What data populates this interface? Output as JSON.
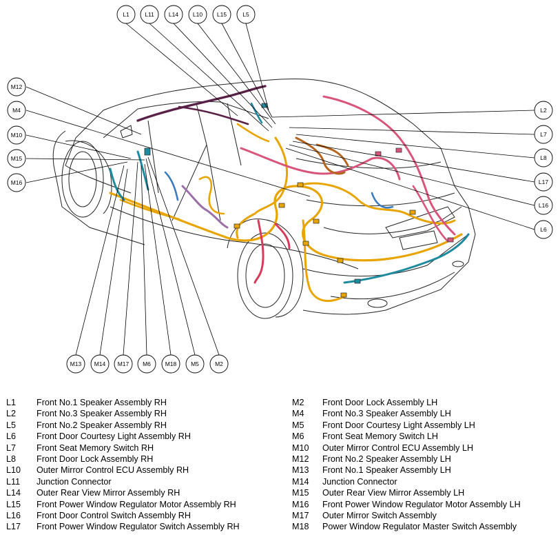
{
  "callouts": {
    "top": [
      "L1",
      "L11",
      "L14",
      "L10",
      "L15",
      "L5"
    ],
    "left": [
      "M12",
      "M4",
      "M10",
      "M15",
      "M16"
    ],
    "right": [
      "L2",
      "L7",
      "L8",
      "L17",
      "L16",
      "L6"
    ],
    "bottom": [
      "M13",
      "M14",
      "M17",
      "M6",
      "M18",
      "M5",
      "M2"
    ]
  },
  "legend_left": [
    {
      "code": "L1",
      "label": "Front No.1 Speaker Assembly RH"
    },
    {
      "code": "L2",
      "label": "Front No.3 Speaker Assembly RH"
    },
    {
      "code": "L5",
      "label": "Front No.2 Speaker Assembly RH"
    },
    {
      "code": "L6",
      "label": "Front Door Courtesy Light Assembly RH"
    },
    {
      "code": "L7",
      "label": "Front Seat Memory Switch RH"
    },
    {
      "code": "L8",
      "label": "Front Door Lock Assembly RH"
    },
    {
      "code": "L10",
      "label": "Outer Mirror Control ECU Assembly RH"
    },
    {
      "code": "L11",
      "label": "Junction Connector"
    },
    {
      "code": "L14",
      "label": "Outer Rear View Mirror Assembly RH"
    },
    {
      "code": "L15",
      "label": "Front Power Window Regulator Motor Assembly RH"
    },
    {
      "code": "L16",
      "label": "Front Door Control Switch Assembly RH"
    },
    {
      "code": "L17",
      "label": "Front Power Window Regulator Switch Assembly RH"
    }
  ],
  "legend_right": [
    {
      "code": "M2",
      "label": "Front Door Lock Assembly LH"
    },
    {
      "code": "M4",
      "label": "Front No.3 Speaker Assembly LH"
    },
    {
      "code": "M5",
      "label": "Front Door Courtesy Light Assembly LH"
    },
    {
      "code": "M6",
      "label": "Front Seat Memory Switch LH"
    },
    {
      "code": "M10",
      "label": "Outer Mirror Control ECU Assembly LH"
    },
    {
      "code": "M12",
      "label": "Front No.2 Speaker Assembly LH"
    },
    {
      "code": "M13",
      "label": "Front No.1 Speaker Assembly LH"
    },
    {
      "code": "M14",
      "label": "Junction Connector"
    },
    {
      "code": "M15",
      "label": "Outer Rear View Mirror Assembly LH"
    },
    {
      "code": "M16",
      "label": "Front Power Window Regulator Motor Assembly LH"
    },
    {
      "code": "M17",
      "label": "Outer Mirror Switch Assembly"
    },
    {
      "code": "M18",
      "label": "Power Window Regulator Master Switch Assembly"
    }
  ],
  "colors": {
    "harness_orange": "#e8a400",
    "harness_pink": "#d9547a",
    "harness_purple": "#5a2148",
    "harness_teal": "#1e8aa0",
    "harness_brown": "#b5651d",
    "harness_mauve": "#9a6fa8",
    "harness_red": "#d63b5a",
    "harness_blue": "#3a7bbf"
  }
}
